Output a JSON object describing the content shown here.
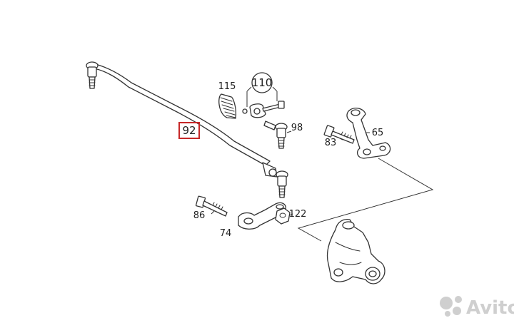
{
  "labels": {
    "p92": "92",
    "p110": "110",
    "p115": "115",
    "p98": "98",
    "p65": "65",
    "p83": "83",
    "p86": "86",
    "p74": "74",
    "p122": "122"
  },
  "highlight_color": "#c62828",
  "watermark": {
    "text": "Avito",
    "icon": "avito-dots-logo"
  }
}
